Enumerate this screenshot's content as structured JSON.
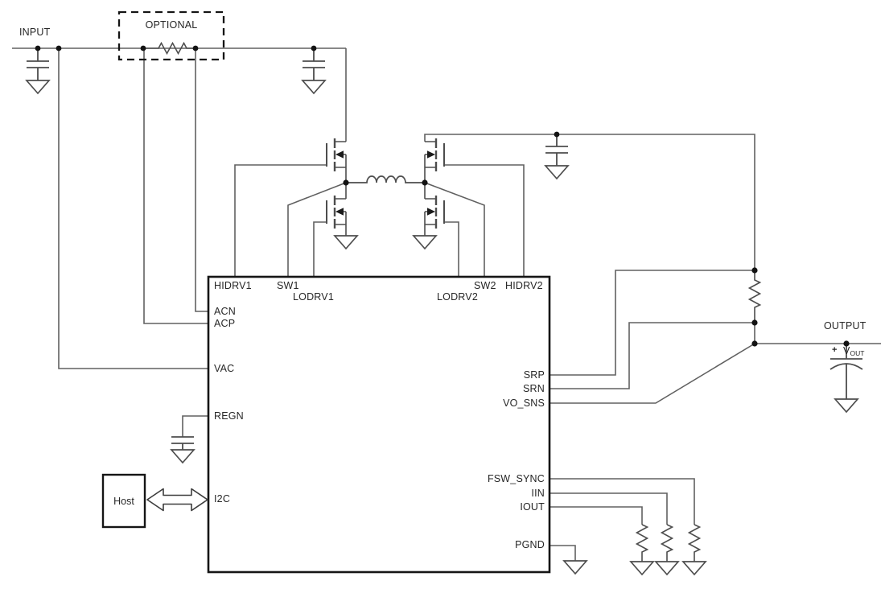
{
  "diagram": {
    "kind": "buck-boost battery charger application schematic",
    "input_label": "INPUT",
    "optional_label": "OPTIONAL",
    "output_label": "OUTPUT",
    "host_label": "Host",
    "vout": {
      "plus": "+",
      "main": "V",
      "sub": "OUT"
    }
  },
  "ic": {
    "pins": {
      "top": [
        {
          "label": "HIDRV1"
        },
        {
          "label": "SW1"
        },
        {
          "label": "LODRV1"
        },
        {
          "label": "LODRV2"
        },
        {
          "label": "SW2"
        },
        {
          "label": "HIDRV2"
        }
      ],
      "left": [
        {
          "label": "ACN"
        },
        {
          "label": "ACP"
        },
        {
          "label": "VAC"
        },
        {
          "label": "REGN"
        },
        {
          "label": "I2C"
        }
      ],
      "right": [
        {
          "label": "SRP"
        },
        {
          "label": "SRN"
        },
        {
          "label": "VO_SNS"
        },
        {
          "label": "FSW_SYNC"
        },
        {
          "label": "IIN"
        },
        {
          "label": "IOUT"
        },
        {
          "label": "PGND"
        }
      ]
    }
  },
  "symbols": [
    "input-capacitor",
    "optional-sense-resistor",
    "bulk-capacitor",
    "mosfet-q1-buck-high-side",
    "mosfet-q2-buck-low-side",
    "mosfet-q3-boost-low-side",
    "mosfet-q4-boost-high-side",
    "power-inductor",
    "output-capacitor",
    "current-sense-resistor",
    "regn-capacitor",
    "host-interface-arrow",
    "fsw-sync-resistor",
    "iin-resistor",
    "iout-resistor",
    "vout-electrolytic-capacitor",
    "ground-symbols"
  ],
  "colors": {
    "background": "#ffffff",
    "wire": "#606060",
    "symbol": "#4d4d4d",
    "outline": "#151515",
    "text": "#262626"
  }
}
